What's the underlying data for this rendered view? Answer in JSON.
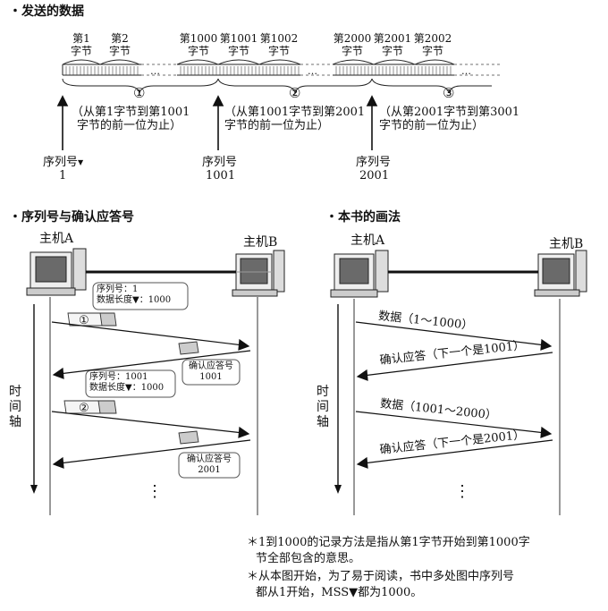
{
  "section_top": {
    "title": "・发送的数据"
  },
  "byte_headers": [
    {
      "num": "第1",
      "unit": "字节"
    },
    {
      "num": "第2",
      "unit": "字节"
    },
    {
      "num": "第1000",
      "unit": "字节"
    },
    {
      "num": "第1001",
      "unit": "字节"
    },
    {
      "num": "第1002",
      "unit": "字节"
    },
    {
      "num": "第2000",
      "unit": "字节"
    },
    {
      "num": "第2001",
      "unit": "字节"
    },
    {
      "num": "第2002",
      "unit": "字节"
    }
  ],
  "ellipsis": "…",
  "segments": [
    {
      "mark": "①",
      "desc1": "（从第1字节到第1001",
      "desc2": "字节的前一位为止）",
      "seq_label": "序列号",
      "seq_mark": "▼",
      "seq_value": "1"
    },
    {
      "mark": "②",
      "desc1": "（从第1001字节到第2001",
      "desc2": "字节的前一位为止）",
      "seq_label": "序列号",
      "seq_mark": "",
      "seq_value": "1001"
    },
    {
      "mark": "③",
      "desc1": "（从第2001字节到第3001",
      "desc2": "字节的前一位为止）",
      "seq_label": "序列号",
      "seq_mark": "",
      "seq_value": "2001"
    }
  ],
  "left_panel": {
    "title": "・序列号与确认应答号",
    "host_a": "主机A",
    "host_b": "主机B",
    "time_axis": [
      "时",
      "间",
      "轴"
    ],
    "packet1": {
      "mark": "①",
      "seq": "序列号：1",
      "len": "数据长度▼：1000"
    },
    "ack1": {
      "label": "确认应答号",
      "value": "1001"
    },
    "packet2": {
      "mark": "②",
      "seq": "序列号：1001",
      "len": "数据长度▼：1000"
    },
    "ack2": {
      "label": "确认应答号",
      "value": "2001"
    },
    "dots": "⋮"
  },
  "right_panel": {
    "title": "・本书的画法",
    "host_a": "主机A",
    "host_b": "主机B",
    "time_axis": [
      "时",
      "间",
      "轴"
    ],
    "msg1": "数据（1～1000）",
    "msg2": "确认应答（下一个是1001）",
    "msg3": "数据（1001～2000）",
    "msg4": "确认应答（下一个是2001）",
    "dots": "⋮"
  },
  "notes": [
    {
      "line1": "＊1到1000的记录方法是指从第1字节开始到第1000字",
      "line2": "节全部包含的意思。"
    },
    {
      "line1": "＊从本图开始，为了易于阅读，书中多处图中序列号",
      "line2": "都从1开始，MSS▼都为1000。"
    }
  ]
}
